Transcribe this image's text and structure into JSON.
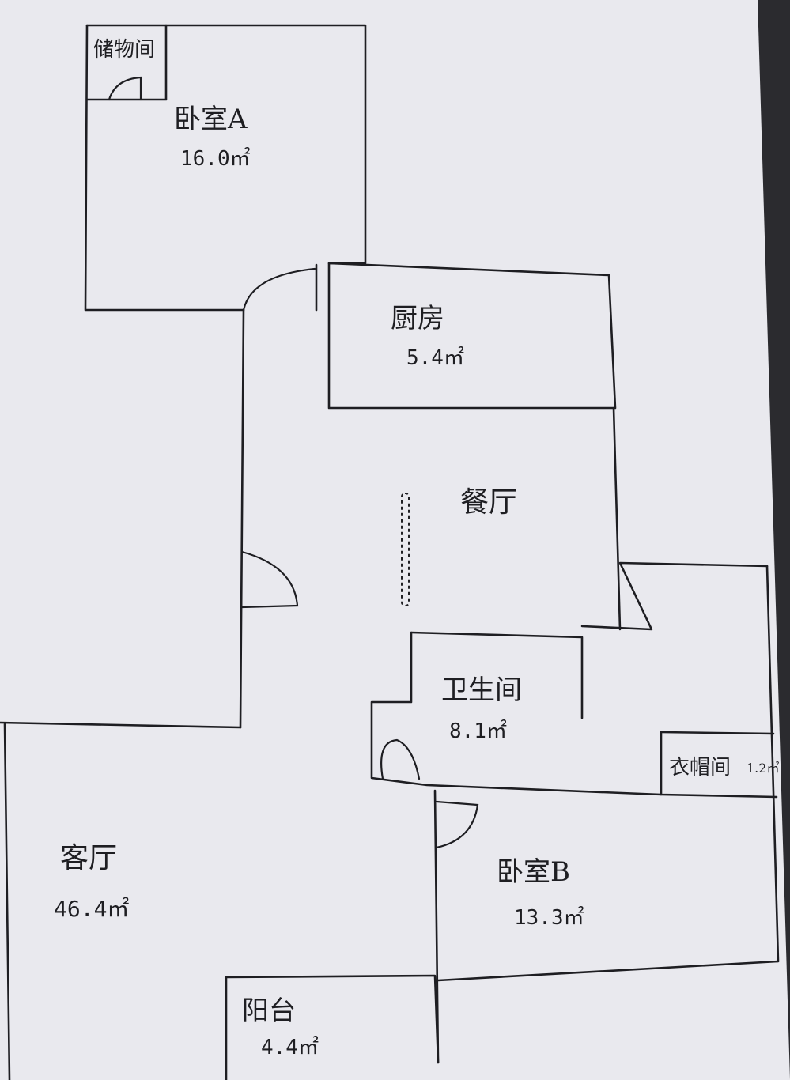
{
  "rooms": {
    "storage": {
      "name": "储物间"
    },
    "bedroom_a": {
      "name": "卧室A",
      "area": "16.0㎡"
    },
    "kitchen": {
      "name": "厨房",
      "area": "5.4㎡"
    },
    "dining": {
      "name": "餐厅"
    },
    "bathroom": {
      "name": "卫生间",
      "area": "8.1㎡"
    },
    "cloakroom": {
      "name": "衣帽间",
      "area": "1.2㎡"
    },
    "living_room": {
      "name": "客厅",
      "area": "46.4㎡"
    },
    "bedroom_b": {
      "name": "卧室B",
      "area": "13.3㎡"
    },
    "balcony": {
      "name": "阳台",
      "area": "4.4㎡"
    }
  },
  "colors": {
    "paper": "#e9e9ee",
    "ink": "#1e1e22",
    "background": "#2b2b2f"
  }
}
